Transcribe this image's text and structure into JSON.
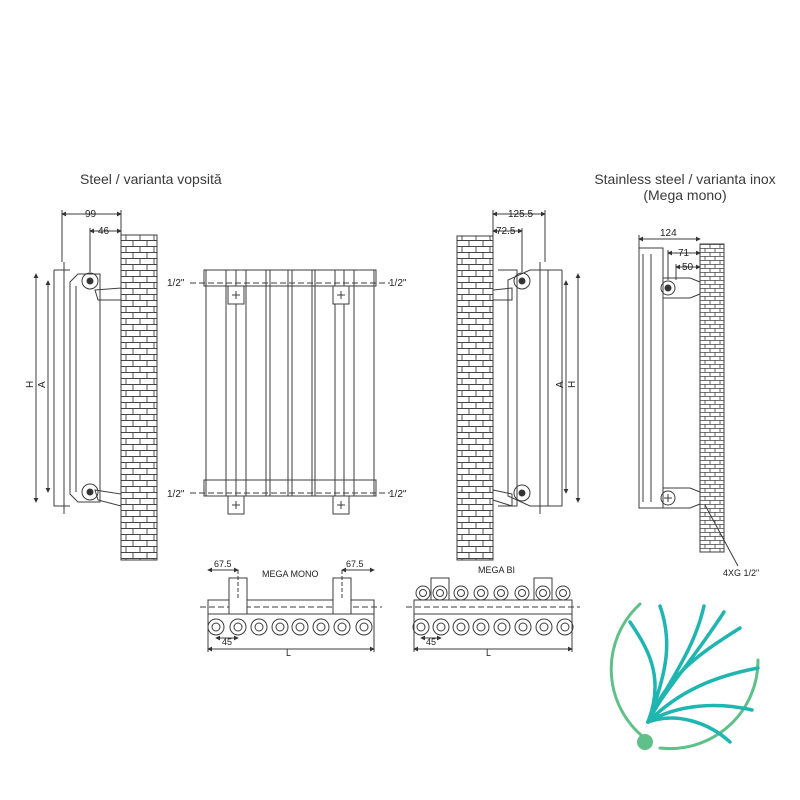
{
  "titles": {
    "steel": "Steel / varianta vopsită",
    "stainless_line1": "Stainless steel / varianta inox",
    "stainless_line2": "(Mega mono)"
  },
  "side_view_steel": {
    "dim_99": "99",
    "dim_46": "46",
    "dim_h": "H",
    "dim_a": "A"
  },
  "front_view": {
    "pipe_top_left": "1/2\"",
    "pipe_top_right": "1/2\"",
    "pipe_bottom_left": "1/2\"",
    "pipe_bottom_right": "1/2\""
  },
  "side_view_bi": {
    "dim_125_5": "125.5",
    "dim_72_5": "72.5",
    "dim_a": "A",
    "dim_h": "H"
  },
  "side_view_inox": {
    "dim_124": "124",
    "dim_71": "71",
    "dim_50": "50",
    "fixing": "4XG 1/2\""
  },
  "plan_mono": {
    "title": "MEGA MONO",
    "dim_left": "67.5",
    "dim_right": "67.5",
    "dim_45": "45",
    "dim_l": "L"
  },
  "plan_bi": {
    "title": "MEGA BI",
    "dim_45": "45",
    "dim_l": "L"
  },
  "colors": {
    "line": "#3c3c3c",
    "logo_teal": "#1fb5b0",
    "logo_green": "#5fc08a"
  }
}
